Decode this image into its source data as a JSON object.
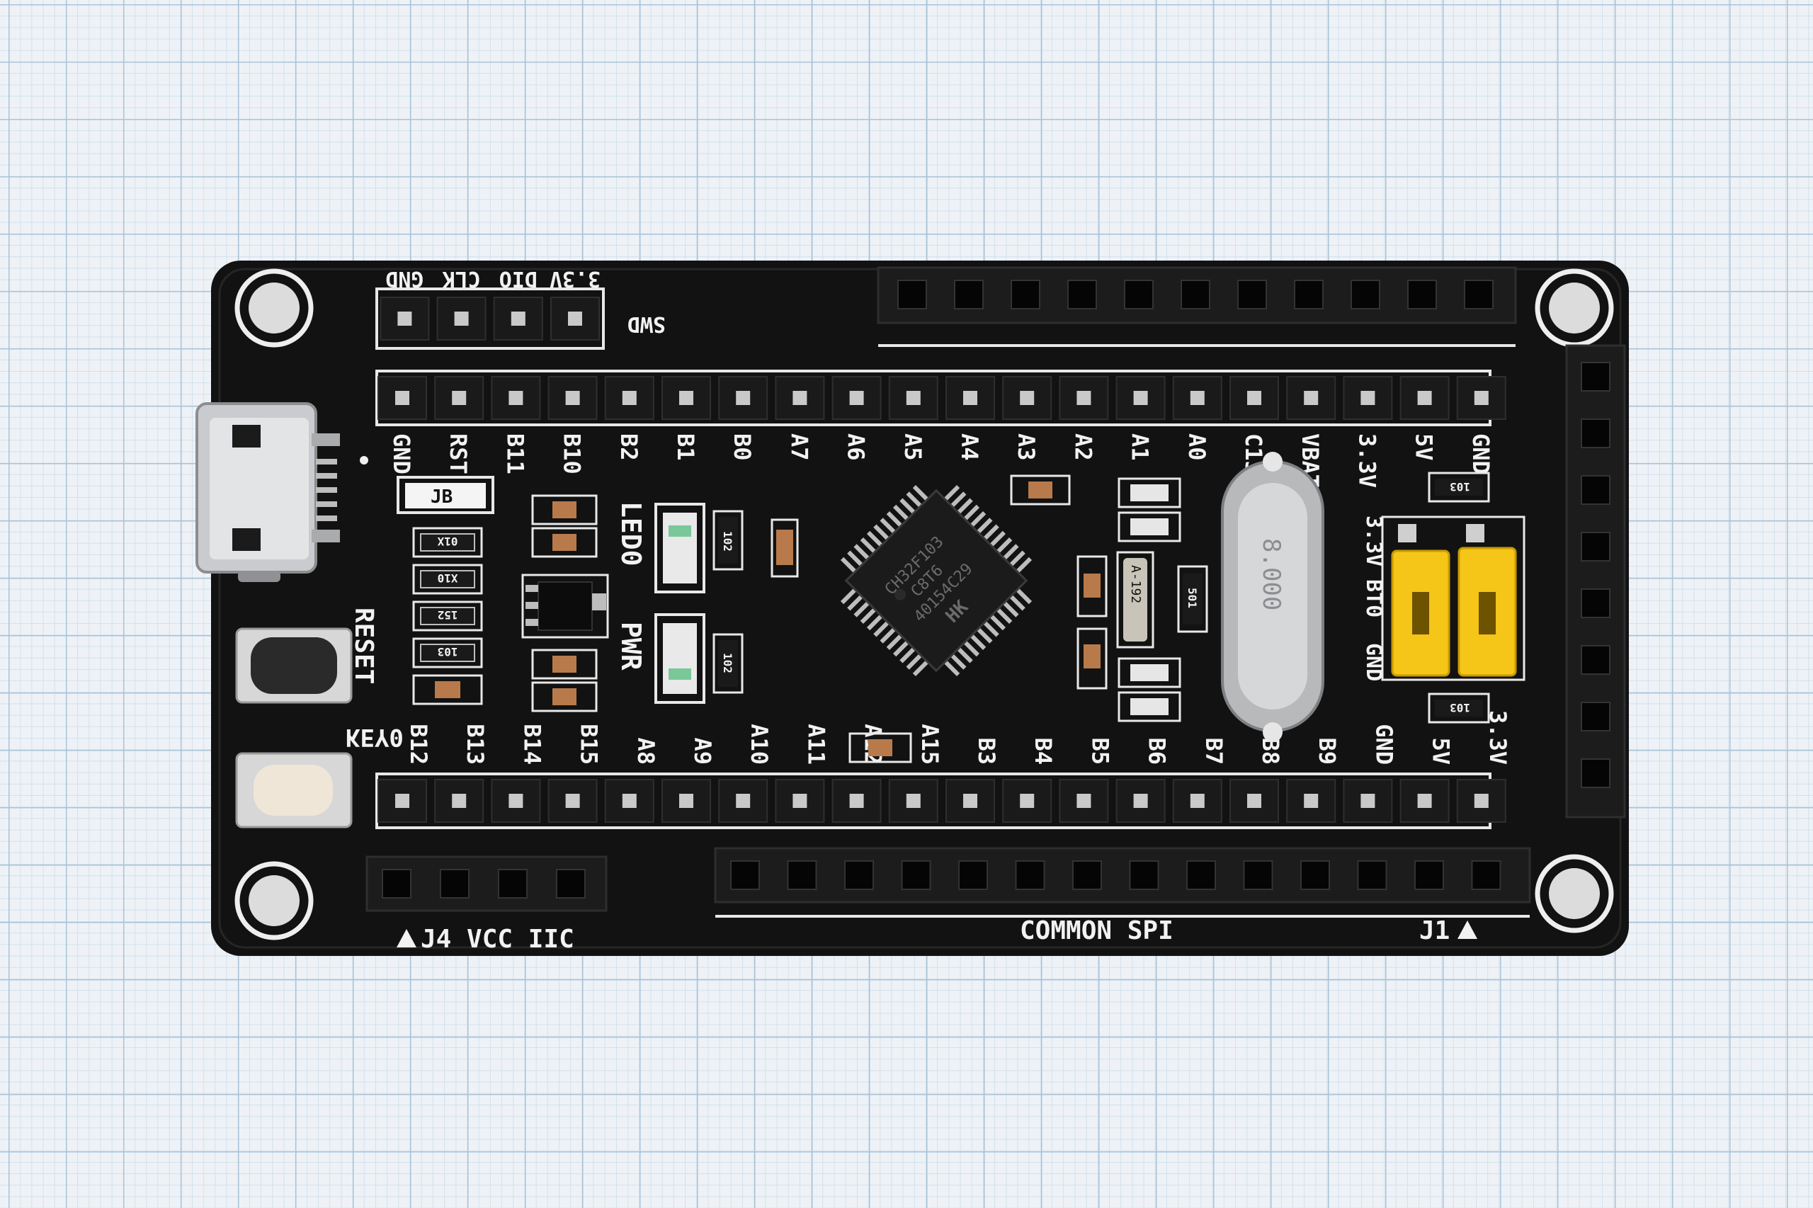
{
  "board": {
    "swd_header_pins": [
      "3.3V",
      "DIO",
      "CLK",
      "GND"
    ],
    "swd_label": "SWD",
    "top_row_pins": [
      "GND",
      "RST",
      "B11",
      "B10",
      "B2",
      "B1",
      "B0",
      "A7",
      "A6",
      "A5",
      "A4",
      "A3",
      "A2",
      "A1",
      "A0",
      "C13",
      "VBAT",
      "3.3V",
      "5V",
      "GND"
    ],
    "bottom_row_pins": [
      "B12",
      "B13",
      "B14",
      "B15",
      "A8",
      "A9",
      "A10",
      "A11",
      "A12",
      "A15",
      "B3",
      "B4",
      "B5",
      "B6",
      "B7",
      "B8",
      "B9",
      "GND",
      "5V",
      "3.3V"
    ],
    "button_reset": "RESET",
    "button_key": "KEY0",
    "led_labels": [
      "LED0",
      "PWR"
    ],
    "jumper_labels": [
      "3.3V",
      "BT0",
      "GND"
    ],
    "jb_label": "JB",
    "resistor_codes": [
      "01X",
      "X10",
      "152",
      "103",
      "102",
      "102",
      "501",
      "103",
      "103"
    ],
    "chip_marking": [
      "HK",
      "CH32F103",
      "C8T6",
      "40154C29"
    ],
    "crystal_marking": "8.000",
    "crystal_part": "A-192",
    "bottom_labels": {
      "j4": "J4 VCC IIC",
      "spi": "COMMON SPI",
      "j1": "J1"
    }
  },
  "colors": {
    "pcb": "#141414",
    "silkscreen": "#f2f2f2",
    "jumper": "#f5c518",
    "header_plastic": "#1c1c1c",
    "grid_paper": "#eef2f6"
  }
}
